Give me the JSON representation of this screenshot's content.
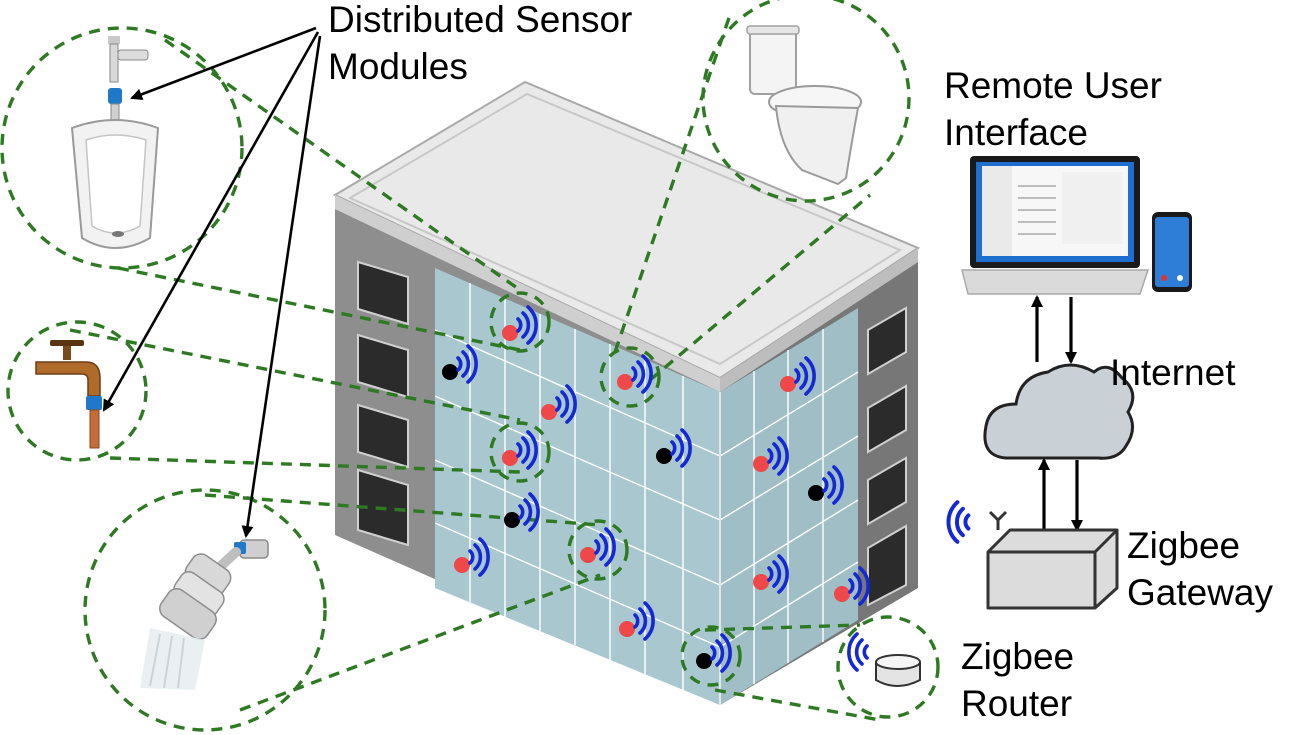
{
  "labels": {
    "sensor_modules_line1": "Distributed Sensor",
    "sensor_modules_line2": "Modules",
    "remote_ui_line1": "Remote User",
    "remote_ui_line2": "Interface",
    "internet": "Internet",
    "gateway_line1": "Zigbee",
    "gateway_line2": "Gateway",
    "router_line1": "Zigbee",
    "router_line2": "Router"
  },
  "colors": {
    "dashed_circle": "#2d7a22",
    "sensor_node": "#f04848",
    "router_node": "#000000",
    "wifi_waves": "#1428d6",
    "glass_facade": "#a8c7cf",
    "building_wall": "#8f8f8f",
    "roof": "#e8e8e8"
  },
  "icons": [
    "urinal-icon",
    "faucet-icon",
    "toilet-icon",
    "showerhead-icon",
    "laptop-icon",
    "smartphone-icon",
    "cloud-icon",
    "gateway-box-icon",
    "router-puck-icon",
    "wireless-signal-icon",
    "building-icon"
  ]
}
